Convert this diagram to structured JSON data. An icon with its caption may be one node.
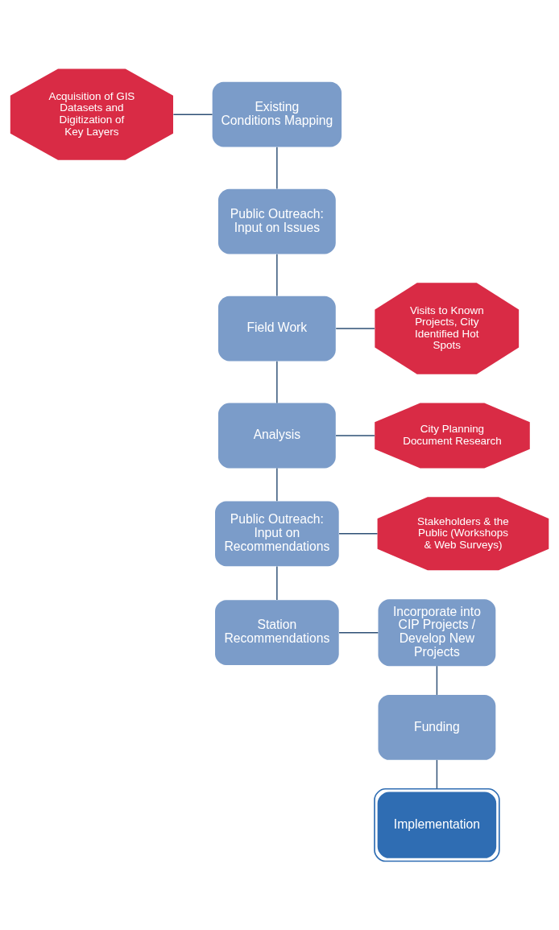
{
  "diagram": {
    "nodes": [
      {
        "text": [
          "Acquisition of GIS Datasets and Digitization of Key Layers"
        ]
      },
      {
        "text": [
          "Existing Conditions Mapping"
        ]
      },
      {
        "text": [
          "Public Outreach: Input on Issues"
        ]
      },
      {
        "text": [
          "Visits to Known Projects, City Identified Hot Spots"
        ]
      },
      {
        "text": [
          "Field Work"
        ]
      },
      {
        "text": [
          "Analysis"
        ]
      },
      {
        "text": [
          "City Planning Document Research"
        ]
      },
      {
        "text": [
          "Stakeholders & the Public (Workshops & Web Surveys)"
        ]
      },
      {
        "text": [
          "Public Outreach: Input on Recommendations"
        ]
      },
      {
        "text": [
          "Station Recommendations"
        ]
      },
      {
        "text": [
          "Incorporate into CIP Projects / Develop New Projects"
        ]
      },
      {
        "text": [
          "Funding"
        ]
      },
      {
        "text": [
          "Implementation"
        ]
      }
    ],
    "edges": [
      {
        "from": 0,
        "to": 1,
        "arrow": "none"
      },
      {
        "from": 1,
        "to": 2,
        "arrow": "none"
      },
      {
        "from": 2,
        "to": 4,
        "arrow": "none"
      },
      {
        "from": 3,
        "to": 4,
        "arrow": "none"
      },
      {
        "from": 4,
        "to": 5,
        "arrow": "none"
      },
      {
        "from": 5,
        "to": 6,
        "arrow": "none"
      },
      {
        "from": 7,
        "to": 8,
        "arrow": "none"
      },
      {
        "from": 5,
        "to": 8,
        "arrow": "none"
      },
      {
        "from": 8,
        "to": 9,
        "arrow": "none"
      },
      {
        "from": 9,
        "to": 10,
        "arrow": "none"
      },
      {
        "from": 10,
        "to": 11,
        "arrow": "none"
      },
      {
        "from": 11,
        "to": 12,
        "arrow": "none"
      }
    ]
  }
}
